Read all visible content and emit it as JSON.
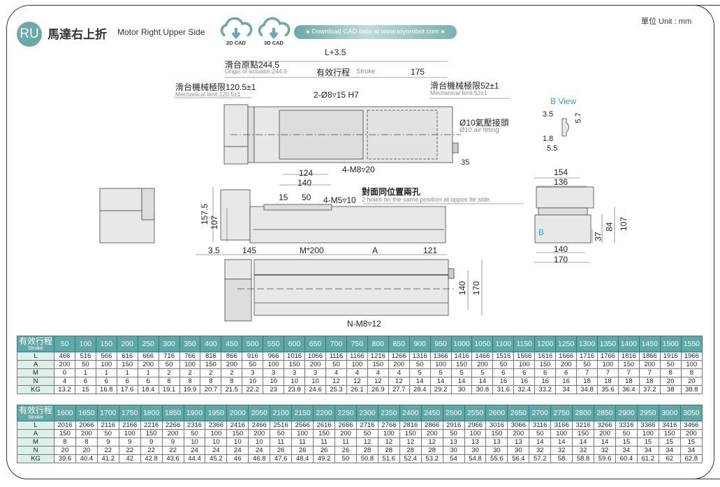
{
  "header": {
    "badge": "RU",
    "title_zh": "馬達右上折",
    "title_en": "Motor Right Upper Side",
    "cad_2d": "2D CAD",
    "cad_3d": "3D CAD",
    "download": "● Download CAD data at www.toyorobot.com ●",
    "unit": "單位 Unit : mm"
  },
  "drawing": {
    "top_view": {
      "total": "L+3.5",
      "origin_zh": "滑台原點244.5",
      "origin_en": "Origin of actuator:244.5",
      "stroke_zh": "有效行程",
      "stroke_en": "Stroke",
      "right_dim": "175",
      "mech_left_zh": "滑台機械極限120.5±1",
      "mech_left_en": "Mechanical limit:120.5±1",
      "mech_right_zh": "滑台機械極限52±1",
      "mech_right_en": "Mechanical limit:52±1",
      "pin_hole": "2-Ø8▿15 H7",
      "air_zh": "Ø10氣壓接頭",
      "air_en": "Ø10 air fitting",
      "tap": "4-M8▿20",
      "dim_124": "124",
      "dim_140": "140",
      "dim_35": "35"
    },
    "side_view": {
      "dim_15": "15",
      "dim_50": "50",
      "tap": "4-M5▿10",
      "note_zh": "對面同位置兩孔",
      "note_en": "2 holes on the same position at oppos ite side.",
      "h_total": "157.5",
      "h_body": "107"
    },
    "bottom_view": {
      "d1": "3.5",
      "d2": "145",
      "d3": "M*200",
      "d4": "A",
      "d5": "121",
      "h1": "140",
      "h2": "170",
      "tap": "N-M8▿12"
    },
    "b_view": {
      "title": "B View",
      "d1": "3.5",
      "d2": "5.7",
      "d3": "1.8",
      "d4": "5.5"
    },
    "end_view": {
      "w1": "154",
      "w2": "136",
      "w3": "140",
      "w4": "170",
      "h1": "107",
      "h2": "84",
      "h3": "37",
      "b": "B"
    }
  },
  "table": {
    "header_zh": "有效行程",
    "header_en": "Stroke",
    "row_labels": [
      "L",
      "A",
      "M",
      "N",
      "KG"
    ],
    "blocks": [
      {
        "stroke": [
          "50",
          "100",
          "150",
          "200",
          "250",
          "300",
          "350",
          "400",
          "450",
          "500",
          "550",
          "600",
          "650",
          "700",
          "750",
          "800",
          "850",
          "900",
          "950",
          "1000",
          "1050",
          "1100",
          "1150",
          "1200",
          "1250",
          "1300",
          "1350",
          "1400",
          "1450",
          "1500",
          "1550"
        ],
        "L": [
          "466",
          "516",
          "566",
          "616",
          "666",
          "716",
          "766",
          "816",
          "866",
          "916",
          "966",
          "1016",
          "1066",
          "1116",
          "1166",
          "1216",
          "1266",
          "1316",
          "1366",
          "1416",
          "1466",
          "1516",
          "1566",
          "1616",
          "1666",
          "1716",
          "1766",
          "1816",
          "1866",
          "1916",
          "1966"
        ],
        "A": [
          "200",
          "50",
          "100",
          "150",
          "200",
          "50",
          "100",
          "150",
          "200",
          "50",
          "100",
          "150",
          "200",
          "50",
          "100",
          "150",
          "200",
          "50",
          "100",
          "150",
          "200",
          "50",
          "100",
          "150",
          "200",
          "50",
          "100",
          "150",
          "200",
          "50",
          "100"
        ],
        "M": [
          "0",
          "1",
          "1",
          "1",
          "1",
          "2",
          "2",
          "2",
          "2",
          "3",
          "3",
          "3",
          "3",
          "4",
          "4",
          "4",
          "4",
          "5",
          "5",
          "5",
          "5",
          "6",
          "6",
          "6",
          "6",
          "7",
          "7",
          "7",
          "7",
          "8",
          "8"
        ],
        "N": [
          "4",
          "6",
          "6",
          "6",
          "6",
          "8",
          "8",
          "8",
          "8",
          "10",
          "10",
          "10",
          "10",
          "12",
          "12",
          "12",
          "12",
          "14",
          "14",
          "14",
          "14",
          "16",
          "16",
          "16",
          "16",
          "18",
          "18",
          "18",
          "18",
          "20",
          "20"
        ],
        "KG": [
          "13.2",
          "15",
          "16.8",
          "17.6",
          "18.4",
          "19.1",
          "19.9",
          "20.7",
          "21.5",
          "22.2",
          "23",
          "23.8",
          "24.6",
          "25.3",
          "26.1",
          "26.9",
          "27.7",
          "28.4",
          "29.2",
          "30",
          "30.8",
          "31.6",
          "32.4",
          "33.2",
          "34",
          "34.8",
          "35.6",
          "36.4",
          "37.2",
          "38",
          "38.8"
        ]
      },
      {
        "stroke": [
          "1600",
          "1650",
          "1700",
          "1750",
          "1800",
          "1850",
          "1900",
          "1950",
          "2000",
          "2050",
          "2100",
          "2150",
          "2200",
          "2250",
          "2300",
          "2350",
          "2400",
          "2450",
          "2500",
          "2550",
          "2600",
          "2650",
          "2700",
          "2750",
          "2800",
          "2850",
          "2900",
          "2950",
          "3000",
          "3050"
        ],
        "L": [
          "2016",
          "2066",
          "2116",
          "2166",
          "2216",
          "2266",
          "2316",
          "2366",
          "2416",
          "2466",
          "2516",
          "2566",
          "2616",
          "2666",
          "2716",
          "2766",
          "2816",
          "2866",
          "2916",
          "2966",
          "3016",
          "3066",
          "3116",
          "3166",
          "3216",
          "3266",
          "3316",
          "3366",
          "3416",
          "3466"
        ],
        "A": [
          "150",
          "200",
          "50",
          "100",
          "150",
          "200",
          "50",
          "100",
          "150",
          "200",
          "50",
          "100",
          "150",
          "200",
          "50",
          "100",
          "150",
          "200",
          "50",
          "100",
          "150",
          "200",
          "50",
          "100",
          "150",
          "200",
          "50",
          "100",
          "150",
          "200"
        ],
        "M": [
          "8",
          "8",
          "9",
          "9",
          "9",
          "9",
          "10",
          "10",
          "10",
          "10",
          "11",
          "11",
          "11",
          "11",
          "12",
          "12",
          "12",
          "12",
          "13",
          "13",
          "13",
          "13",
          "14",
          "14",
          "14",
          "14",
          "15",
          "15",
          "15",
          "15"
        ],
        "N": [
          "20",
          "20",
          "22",
          "22",
          "22",
          "22",
          "24",
          "24",
          "24",
          "24",
          "26",
          "26",
          "26",
          "26",
          "28",
          "28",
          "28",
          "28",
          "30",
          "30",
          "30",
          "30",
          "32",
          "32",
          "32",
          "32",
          "34",
          "34",
          "34",
          "34"
        ],
        "KG": [
          "39.6",
          "40.4",
          "41.2",
          "42",
          "42.8",
          "43.6",
          "44.4",
          "45.2",
          "46",
          "46.8",
          "47.6",
          "48.4",
          "49.2",
          "50",
          "50.8",
          "51.6",
          "52.4",
          "53.2",
          "54",
          "54.8",
          "55.6",
          "56.4",
          "57.2",
          "58",
          "58.8",
          "59.6",
          "60.4",
          "61.2",
          "62",
          "62.8"
        ]
      }
    ]
  },
  "colors": {
    "accent": "#5ea9a7",
    "row_label_bg": "#dcefe9",
    "blue": "#3aa0d8"
  }
}
